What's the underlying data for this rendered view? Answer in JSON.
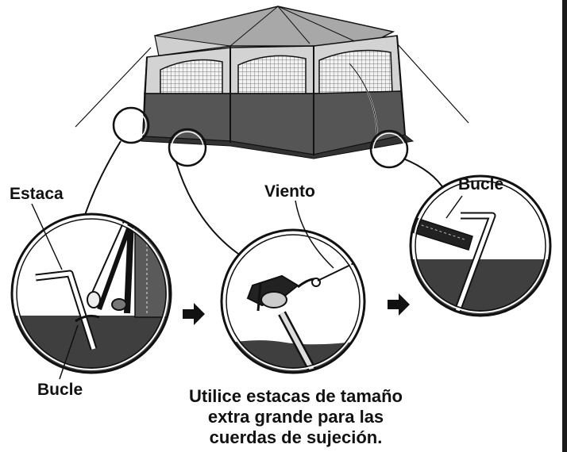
{
  "labels": {
    "estaca": "Estaca",
    "bucle_left": "Bucle",
    "viento": "Viento",
    "bucle_right": "Bucle"
  },
  "caption": {
    "line1": "Utilice estacas de tamaño",
    "line2": "extra grande para las",
    "line3": "cuerdas de sujeción."
  },
  "colors": {
    "ink": "#111111",
    "canvas": "#ffffff",
    "ground": "#3d3d3d",
    "tent_lower": "#555555",
    "tent_panel": "#c9c9c9",
    "roof": "#a9a9a9"
  },
  "icons": [
    "tent-illustration",
    "stake-detail-circle",
    "guyline-detail-circle",
    "loop-detail-circle",
    "arrow-right-icon"
  ]
}
